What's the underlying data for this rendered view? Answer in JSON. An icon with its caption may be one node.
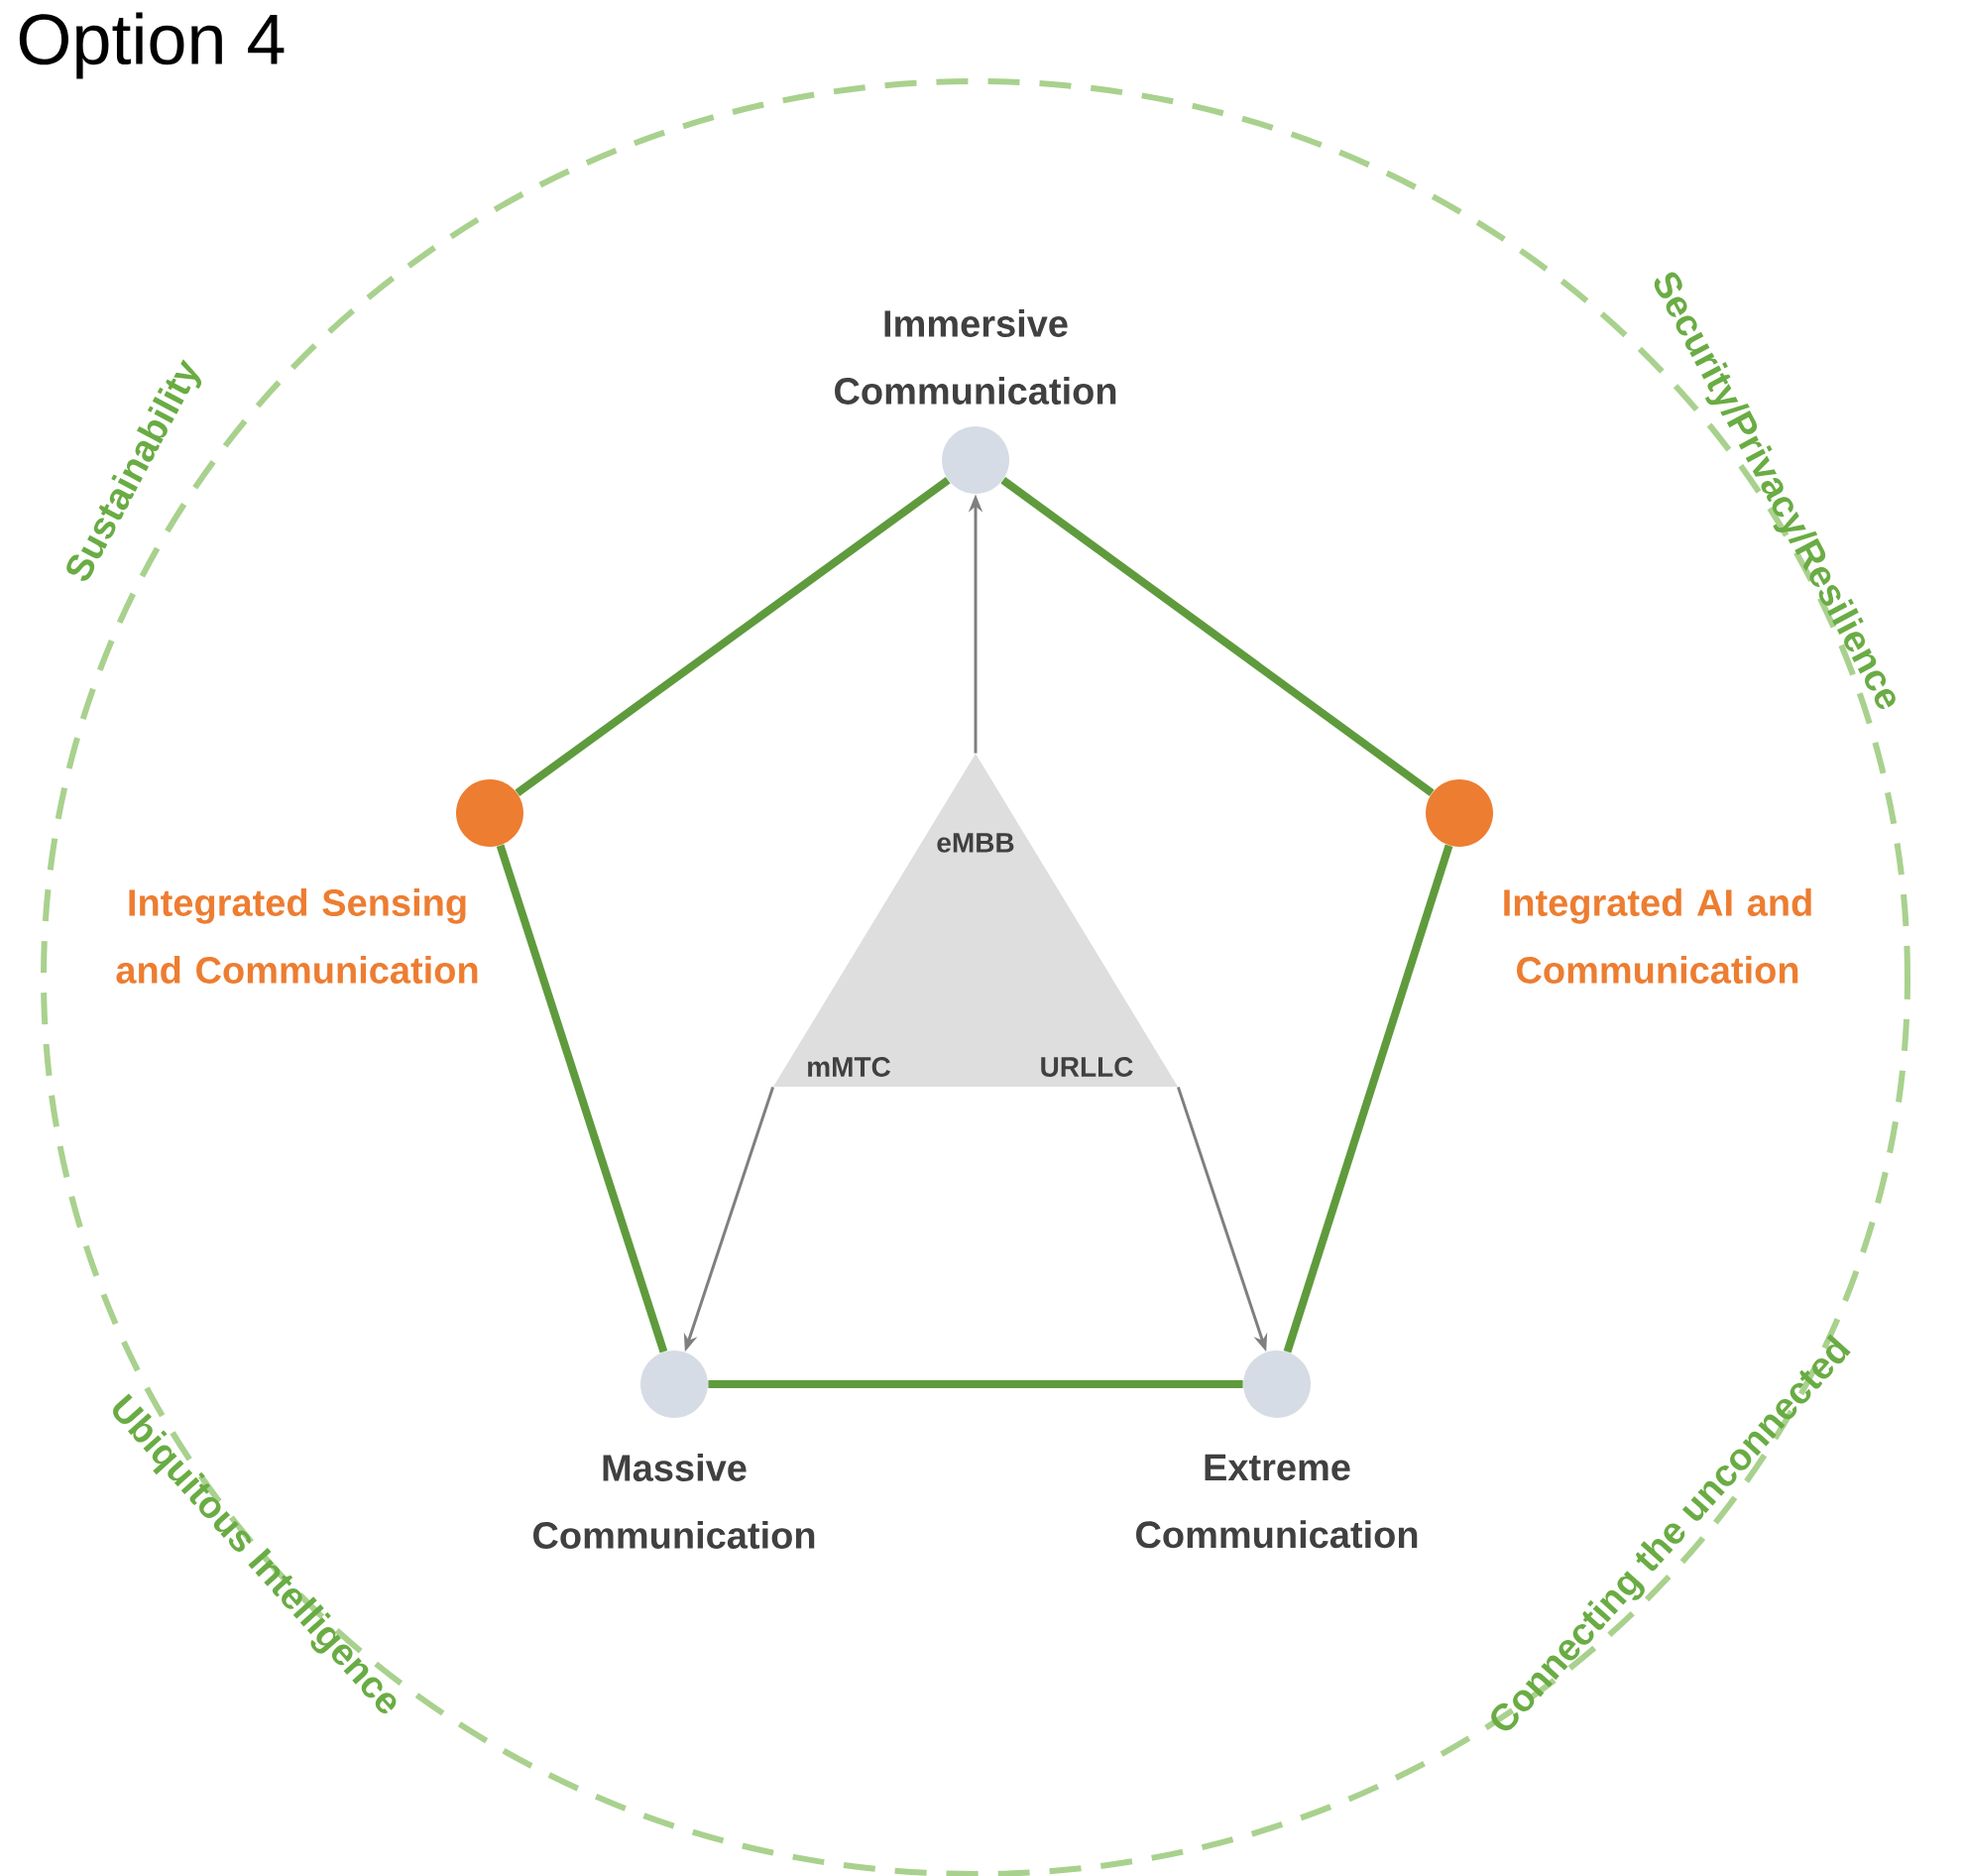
{
  "diagram": {
    "title": "Option 4",
    "nodes": [
      {
        "text": [
          "Immersive Communication"
        ]
      },
      {
        "text": [
          "Integrated Sensing and Communication"
        ]
      },
      {
        "text": [
          "Integrated AI and Communication"
        ]
      },
      {
        "text": [
          "Massive Communication"
        ]
      },
      {
        "text": [
          "Extreme Communication"
        ]
      },
      {
        "text": [
          "eMBB",
          "mMTC",
          "URLLC"
        ]
      }
    ],
    "edges": [
      {
        "from": 0,
        "to": 2,
        "arrow": "none"
      },
      {
        "from": 2,
        "to": 4,
        "arrow": "none"
      },
      {
        "from": 4,
        "to": 3,
        "arrow": "none"
      },
      {
        "from": 3,
        "to": 1,
        "arrow": "none"
      },
      {
        "from": 1,
        "to": 0,
        "arrow": "none"
      },
      {
        "from": 5,
        "to": 0,
        "arrow": "to",
        "color": "#7f7f7f"
      },
      {
        "from": 5,
        "to": 3,
        "arrow": "to",
        "color": "#7f7f7f"
      },
      {
        "from": 5,
        "to": 4,
        "arrow": "to",
        "color": "#7f7f7f"
      }
    ],
    "labels": [
      "Sustainability",
      "Security/Privacy/Resilience",
      "Ubiquitous Intelligence",
      "Connecting the unconnected"
    ]
  }
}
